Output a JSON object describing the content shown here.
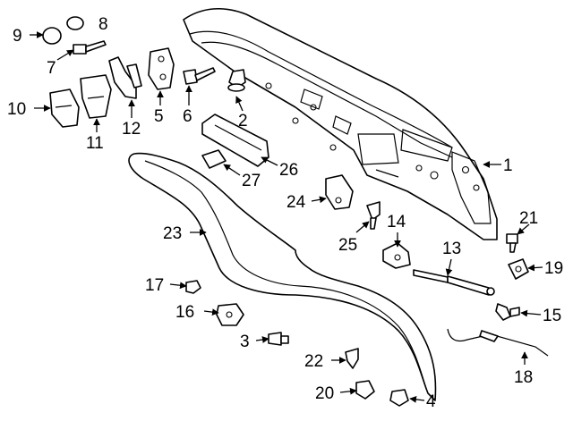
{
  "diagram": {
    "callouts": [
      "1",
      "2",
      "3",
      "4",
      "5",
      "6",
      "7",
      "8",
      "9",
      "10",
      "11",
      "12",
      "13",
      "14",
      "15",
      "16",
      "17",
      "18",
      "19",
      "20",
      "21",
      "22",
      "23",
      "24",
      "25",
      "26",
      "27"
    ]
  },
  "icons": {
    "liftgate": "liftgate-panel-icon",
    "weatherstrip": "weatherstrip-seal-icon",
    "strut": "lift-support-strut-icon",
    "bolt": "bolt-icon",
    "plug": "plug-icon"
  }
}
